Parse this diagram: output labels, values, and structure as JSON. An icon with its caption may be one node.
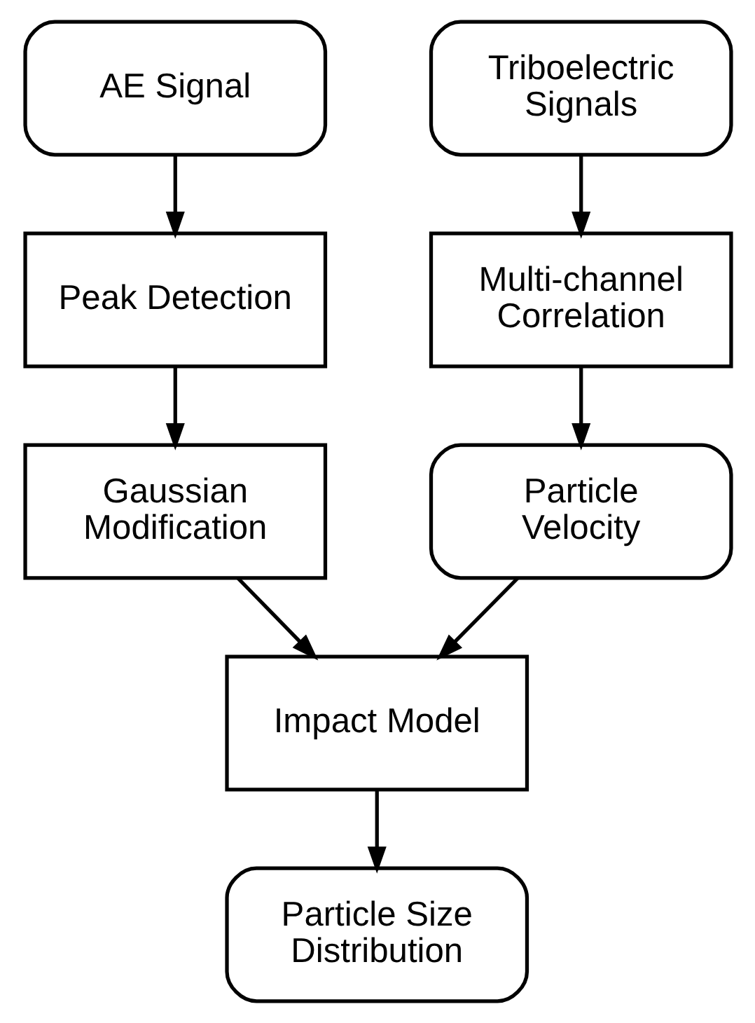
{
  "diagram": {
    "nodes": [
      {
        "text": [
          "AE Signal"
        ]
      },
      {
        "text": [
          "Peak Detection"
        ]
      },
      {
        "text": [
          "Gaussian Modification"
        ]
      },
      {
        "text": [
          "Impact Model"
        ]
      },
      {
        "text": [
          "Particle Size Distribution"
        ]
      },
      {
        "text": [
          "Triboelectric Signals"
        ]
      },
      {
        "text": [
          "Multi-channel Correlation"
        ]
      },
      {
        "text": [
          "Particle Velocity"
        ]
      }
    ],
    "edges": [
      {
        "from": 0,
        "to": 1,
        "arrow": "to"
      },
      {
        "from": 1,
        "to": 2,
        "arrow": "to"
      },
      {
        "from": 2,
        "to": 3,
        "arrow": "to"
      },
      {
        "from": 3,
        "to": 4,
        "arrow": "to"
      },
      {
        "from": 5,
        "to": 6,
        "arrow": "to"
      },
      {
        "from": 6,
        "to": 7,
        "arrow": "to"
      },
      {
        "from": 7,
        "to": 3,
        "arrow": "to"
      }
    ]
  }
}
